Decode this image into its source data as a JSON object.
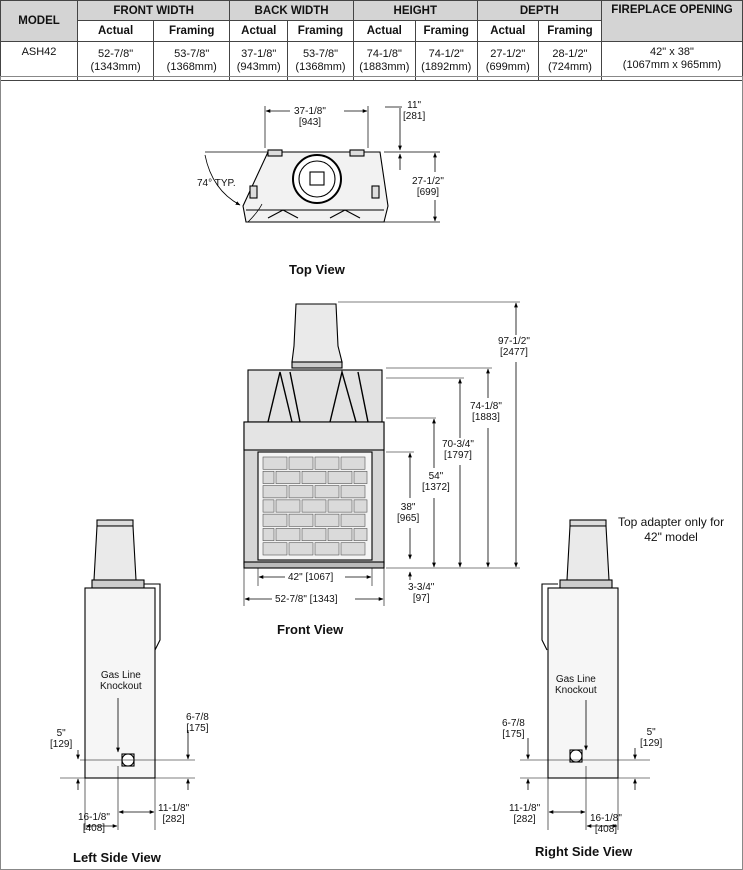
{
  "table": {
    "headers": [
      "MODEL",
      "FRONT WIDTH",
      "BACK WIDTH",
      "HEIGHT",
      "DEPTH",
      "FIREPLACE OPENING"
    ],
    "subheaders": [
      "Actual",
      "Framing",
      "Actual",
      "Framing",
      "Actual",
      "Framing",
      "Actual",
      "Framing"
    ],
    "row": {
      "model": "ASH42",
      "cells": [
        [
          "52-7/8\"",
          "(1343mm)"
        ],
        [
          "53-7/8\"",
          "(1368mm)"
        ],
        [
          "37-1/8\"",
          "(943mm)"
        ],
        [
          "53-7/8\"",
          "(1368mm)"
        ],
        [
          "74-1/8\"",
          "(1883mm)"
        ],
        [
          "74-1/2\"",
          "(1892mm)"
        ],
        [
          "27-1/2\"",
          "(699mm)"
        ],
        [
          "28-1/2\"",
          "(724mm)"
        ]
      ],
      "opening": [
        "42\" x 38\"",
        "(1067mm x 965mm)"
      ]
    }
  },
  "top_view": {
    "title": "Top View",
    "dims": {
      "back_width": [
        "37-1/8\"",
        "[943]"
      ],
      "offset": [
        "11\"",
        "[281]"
      ],
      "depth": [
        "27-1/2\"",
        "[699]"
      ],
      "angle": "74° TYP."
    }
  },
  "front_view": {
    "title": "Front View",
    "dims": {
      "total_height": [
        "97-1/2\"",
        "[2477]"
      ],
      "height": [
        "74-1/8\"",
        "[1883]"
      ],
      "h70": [
        "70-3/4\"",
        "[1797]"
      ],
      "h54": [
        "54\"",
        "[1372]"
      ],
      "h38": [
        "38\"",
        "[965]"
      ],
      "base": [
        "3-3/4\"",
        "[97]"
      ],
      "opening_width": "42\" [1067]",
      "front_width": "52-7/8\" [1343]"
    },
    "note": [
      "Top adapter only for",
      "42\" model"
    ]
  },
  "left_side_view": {
    "title": "Left Side View",
    "knockout": [
      "Gas Line",
      "Knockout"
    ],
    "dims": {
      "h5": [
        "5\"",
        "[129]"
      ],
      "h678": [
        "6-7/8",
        "[175]"
      ],
      "d1618": [
        "16-1/8\"",
        "[408]"
      ],
      "d1118": [
        "11-1/8\"",
        "[282]"
      ]
    }
  },
  "right_side_view": {
    "title": "Right Side View",
    "knockout": [
      "Gas Line",
      "Knockout"
    ],
    "dims": {
      "h5": [
        "5\"",
        "[129]"
      ],
      "h678": [
        "6-7/8",
        "[175]"
      ],
      "d1618": [
        "16-1/8\"",
        "[408]"
      ],
      "d1118": [
        "11-1/8\"",
        "[282]"
      ]
    }
  }
}
